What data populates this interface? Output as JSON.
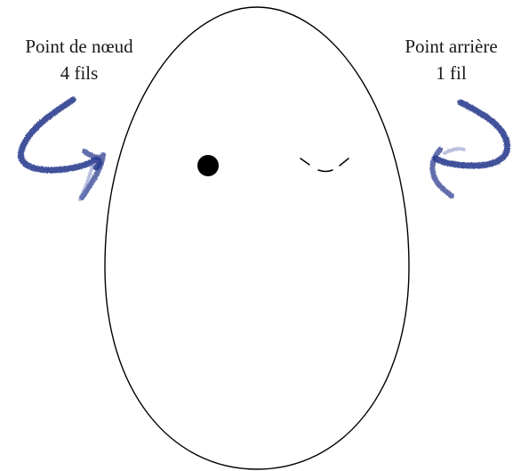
{
  "left_label": {
    "line1": "Point de nœud",
    "line2": "4 fils"
  },
  "right_label": {
    "line1": "Point arrière",
    "line2": "1 fil"
  },
  "colors": {
    "arrow": "#2b3f8f",
    "outline": "#000000",
    "background": "#ffffff"
  },
  "icons": {
    "left_arrow": "curved-arrow-left-icon",
    "right_arrow": "curved-arrow-right-icon",
    "eye": "french-knot-eye-icon",
    "closed_eye": "backstitch-closed-eye-icon"
  }
}
